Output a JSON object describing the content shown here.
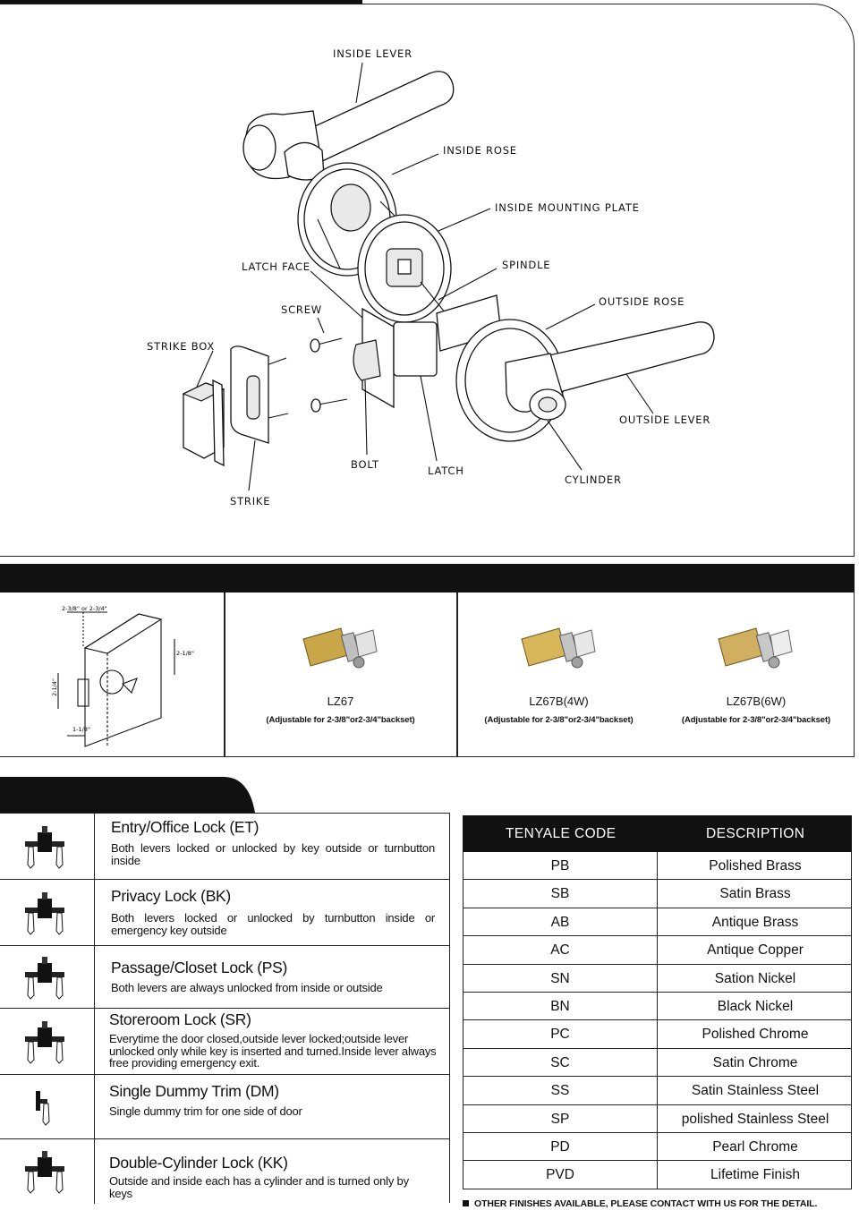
{
  "diagram": {
    "labels": {
      "inside_lever": "INSIDE LEVER",
      "inside_rose": "INSIDE ROSE",
      "inside_mounting_plate": "INSIDE MOUNTING PLATE",
      "latch_face": "LATCH FACE",
      "spindle": "SPINDLE",
      "screw": "SCREW",
      "outside_rose": "OUTSIDE ROSE",
      "strike_box": "STRIKE BOX",
      "outside_lever": "OUTSIDE LEVER",
      "bolt": "BOLT",
      "latch": "LATCH",
      "cylinder": "CYLINDER",
      "strike": "STRIKE"
    }
  },
  "backset_drawing": {
    "dim_top": "2-3/8\" or 2-3/4\"",
    "dim_right": "2-1/8\"",
    "dim_left": "2-1/4\"",
    "dim_bottom": "1-1/8\""
  },
  "latches": [
    {
      "model": "LZ67",
      "note": "(Adjustable for 2-3/8\"or2-3/4\"backset)"
    },
    {
      "model": "LZ67B(4W)",
      "note": "(Adjustable for 2-3/8\"or2-3/4\"backset)"
    },
    {
      "model": "LZ67B(6W)",
      "note": "(Adjustable for 2-3/8\"or2-3/4\"backset)"
    }
  ],
  "functions": [
    {
      "title": "Entry/Office Lock (ET)",
      "desc": "Both levers locked or unlocked by key outside or turnbutton inside"
    },
    {
      "title": "Privacy Lock (BK)",
      "desc": "Both levers locked or unlocked by turnbutton inside or emergency key outside"
    },
    {
      "title": "Passage/Closet Lock (PS)",
      "desc": "Both levers are always unlocked from inside or outside"
    },
    {
      "title": "Storeroom Lock (SR)",
      "desc": "Everytime the door closed,outside lever locked;outside lever unlocked only while key is inserted and turned.Inside lever always free providing emergency exit."
    },
    {
      "title": "Single Dummy Trim (DM)",
      "desc": "Single dummy trim for one side of door"
    },
    {
      "title": "Double-Cylinder Lock (KK)",
      "desc": "Outside and inside each has a cylinder and is turned only by keys"
    }
  ],
  "finishes": {
    "header_code": "TENYALE CODE",
    "header_desc": "DESCRIPTION",
    "rows": [
      {
        "code": "PB",
        "desc": "Polished Brass"
      },
      {
        "code": "SB",
        "desc": "Satin Brass"
      },
      {
        "code": "AB",
        "desc": "Antique Brass"
      },
      {
        "code": "AC",
        "desc": "Antique Copper"
      },
      {
        "code": "SN",
        "desc": "Sation Nickel"
      },
      {
        "code": "BN",
        "desc": "Black Nickel"
      },
      {
        "code": "PC",
        "desc": "Polished Chrome"
      },
      {
        "code": "SC",
        "desc": "Satin Chrome"
      },
      {
        "code": "SS",
        "desc": "Satin Stainless Steel"
      },
      {
        "code": "SP",
        "desc": "polished Stainless Steel"
      },
      {
        "code": "PD",
        "desc": "Pearl Chrome"
      },
      {
        "code": "PVD",
        "desc": "Lifetime Finish"
      }
    ],
    "note": "OTHER FINISHES AVAILABLE, PLEASE CONTACT WITH US FOR THE DETAIL."
  }
}
